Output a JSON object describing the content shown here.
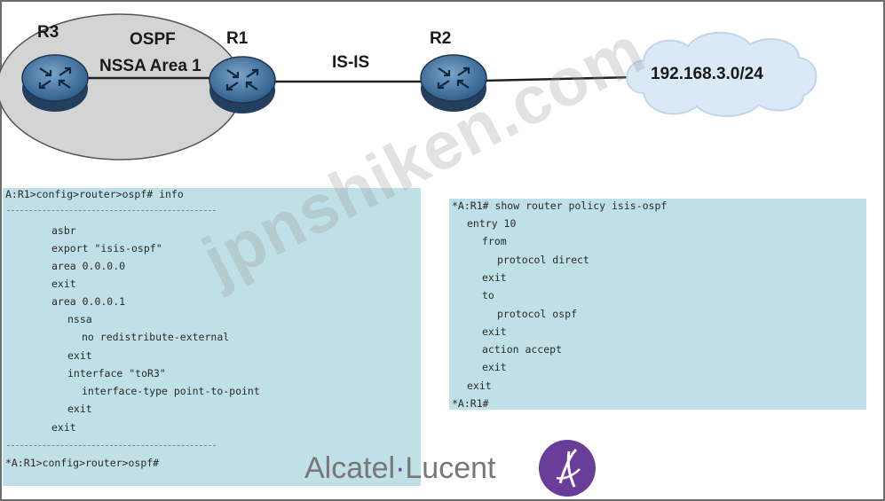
{
  "topology": {
    "area_label_top": "OSPF",
    "area_label_bottom": "NSSA Area 1",
    "link_label": "IS-IS",
    "cloud_label": "192.168.3.0/24",
    "routers": [
      {
        "name": "R3"
      },
      {
        "name": "R1"
      },
      {
        "name": "R2"
      }
    ],
    "colors": {
      "ellipse_fill": "#d4d4d4",
      "router_fill": "#4f7ca8",
      "cloud_fill": "#dbe8f6",
      "panel_fill": "#bfe0e6"
    }
  },
  "left_panel": {
    "prompt": "A:R1>config>router>ospf# info",
    "lines": [
      "asbr",
      "export \"isis-ospf\"",
      "area 0.0.0.0",
      "exit",
      "area 0.0.0.1",
      "nssa",
      "no redistribute-external",
      "exit",
      "interface \"toR3\"",
      "interface-type point-to-point",
      "exit",
      "exit"
    ],
    "end_prompt": "*A:R1>config>router>ospf#"
  },
  "right_panel": {
    "lines": [
      "*A:R1# show router policy isis-ospf",
      "entry 10",
      "from",
      "protocol direct",
      "exit",
      "to",
      "protocol ospf",
      "exit",
      "action accept",
      "exit",
      "exit",
      "*A:R1#"
    ]
  },
  "watermark": "jpnshiken.com",
  "brand": {
    "part1": "Alcatel",
    "separator": "·",
    "part2": "Lucent",
    "logo_icon": "alcatel-lucent-logo-icon",
    "logo_color": "#6a3d9a"
  }
}
